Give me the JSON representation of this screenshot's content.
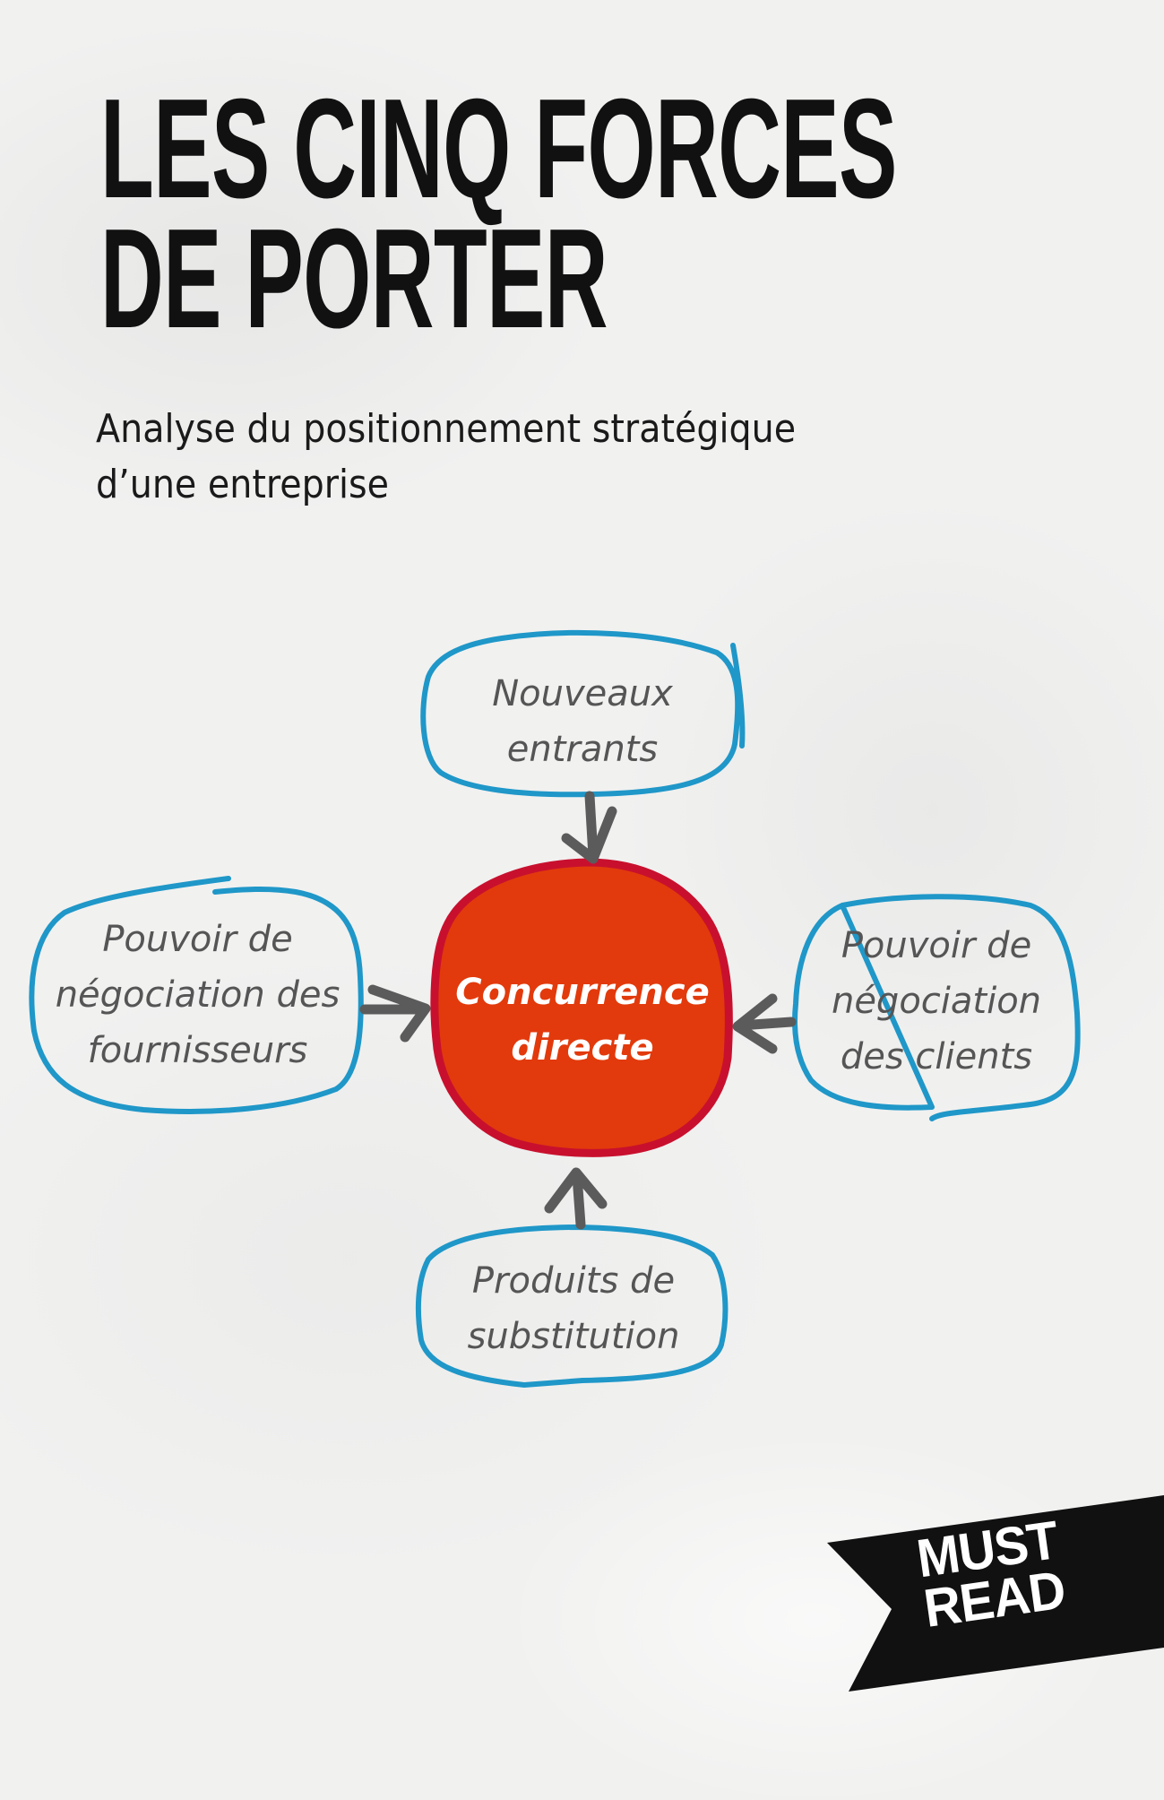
{
  "cover": {
    "title_lines": [
      "LES CINQ FORCES",
      "DE PORTER"
    ],
    "subtitle_lines": [
      "Analyse du positionnement stratégique",
      "d’une entreprise"
    ],
    "badge_lines": [
      "MUST",
      "READ"
    ]
  },
  "diagram": {
    "center": {
      "lines": [
        "Concurrence",
        "directe"
      ]
    },
    "forces": {
      "top": {
        "lines": [
          "Nouveaux",
          "entrants"
        ]
      },
      "left": {
        "lines": [
          "Pouvoir de",
          "négociation des",
          "fournisseurs"
        ]
      },
      "right": {
        "lines": [
          "Pouvoir de",
          "négociation",
          "des clients"
        ]
      },
      "bottom": {
        "lines": [
          "Produits de",
          "substitution"
        ]
      }
    },
    "colors": {
      "bubble_stroke": "#1f97c8",
      "center_fill": "#e23a0c",
      "center_stroke": "#c8102e",
      "arrow": "#5b5b5b",
      "bubble_text": "#555555",
      "badge": "#111111"
    }
  }
}
